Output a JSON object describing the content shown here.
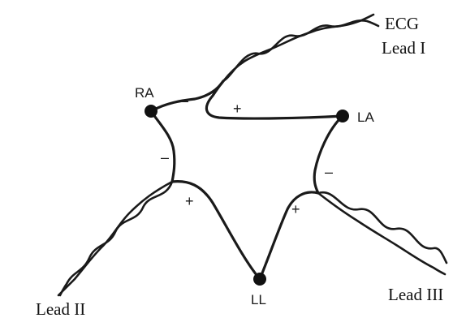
{
  "electrodes": {
    "ra": "RA",
    "la": "LA",
    "ll": "LL"
  },
  "leads": {
    "lead_i_line1": "ECG",
    "lead_i_line2": "Lead I",
    "lead_ii": "Lead II",
    "lead_iii": "Lead III"
  },
  "polarity": {
    "lead_i_neg": "–",
    "lead_i_pos": "+",
    "lead_ii_neg": "–",
    "lead_ii_pos": "+",
    "lead_iii_neg": "–",
    "lead_iii_pos": "+"
  }
}
